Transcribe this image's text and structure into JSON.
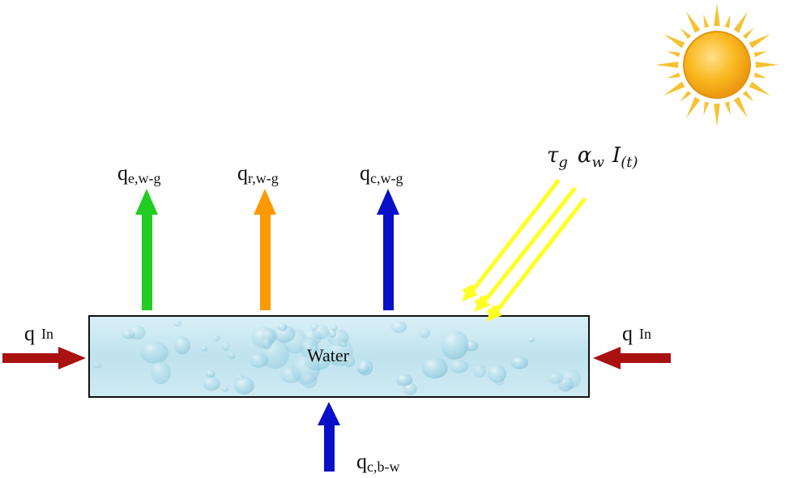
{
  "water_label": "Water",
  "flux_labels": {
    "evaporative": {
      "main": "q",
      "sub": "e,w-g"
    },
    "radiative": {
      "main": "q",
      "sub": "r,w-g"
    },
    "convective_top": {
      "main": "q",
      "sub": "c,w-g"
    },
    "convective_bottom": {
      "main": "q",
      "sub": "c,b-w"
    },
    "inflow_left": {
      "main": "q",
      "sub": "In"
    },
    "inflow_right": {
      "main": "q",
      "sub": "In"
    }
  },
  "solar_label": {
    "tau": "τ",
    "tau_sub": "g",
    "alpha": "α",
    "alpha_sub": "w",
    "irradiance": "I",
    "irradiance_sub": "(t)"
  },
  "colors": {
    "evaporative_arrow": "#22cc22",
    "radiative_arrow": "#ff9900",
    "convective_arrow": "#0a10c8",
    "inflow_arrow": "#aa1111",
    "solar_ray": "#ffff22",
    "sun_core": "#f7b21b",
    "sun_rays": "#f6c232",
    "water_fill": "#c4e6f0"
  },
  "icons": {
    "sun": "sun-icon",
    "water": "water-droplets-texture"
  }
}
